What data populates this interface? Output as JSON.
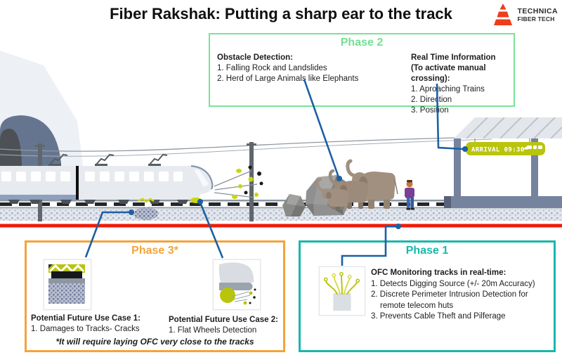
{
  "title": "Fiber Rakshak: Putting a sharp ear to the track",
  "logo": {
    "line1": "TECHNICA",
    "line2": "FIBER TECH"
  },
  "phase2": {
    "title": "Phase 2",
    "left": {
      "heading": "Obstacle Detection:",
      "items": [
        "1. Falling Rock and Landslides",
        "2. Herd of Large Animals like Elephants"
      ]
    },
    "right": {
      "heading1": "Real Time Information",
      "heading2": "(To activate manual crossing):",
      "items": [
        "1. Aproaching Trains",
        "2. Direction",
        "3. Position"
      ]
    }
  },
  "phase3": {
    "title": "Phase 3*",
    "case1": {
      "heading": "Potential Future Use Case 1:",
      "item": "1. Damages to Tracks- Cracks"
    },
    "case2": {
      "heading": "Potential Future Use Case 2:",
      "item": "1. Flat Wheels Detection"
    },
    "footnote": "*It will require laying OFC very close to the tracks"
  },
  "phase1": {
    "title": "Phase 1",
    "heading": "OFC Monitoring tracks in real-time:",
    "items": [
      "1. Detects Digging Source (+/- 20m Accuracy)",
      "2. Discrete Perimeter Intrusion Detection for remote telecom huts",
      "3. Prevents Cable Theft and Pilferage"
    ]
  },
  "illustration": {
    "arrival_sign": "ARRIVAL 09:30"
  },
  "colors": {
    "phase1_accent": "#17b8ac",
    "phase2_accent": "#79e397",
    "phase3_accent": "#f2a43b",
    "connector_blue": "#1d5fa4",
    "ofc_red_line": "#ef1c0b",
    "sign_green": "#b9c40c",
    "logo_red": "#ee3d1a"
  }
}
